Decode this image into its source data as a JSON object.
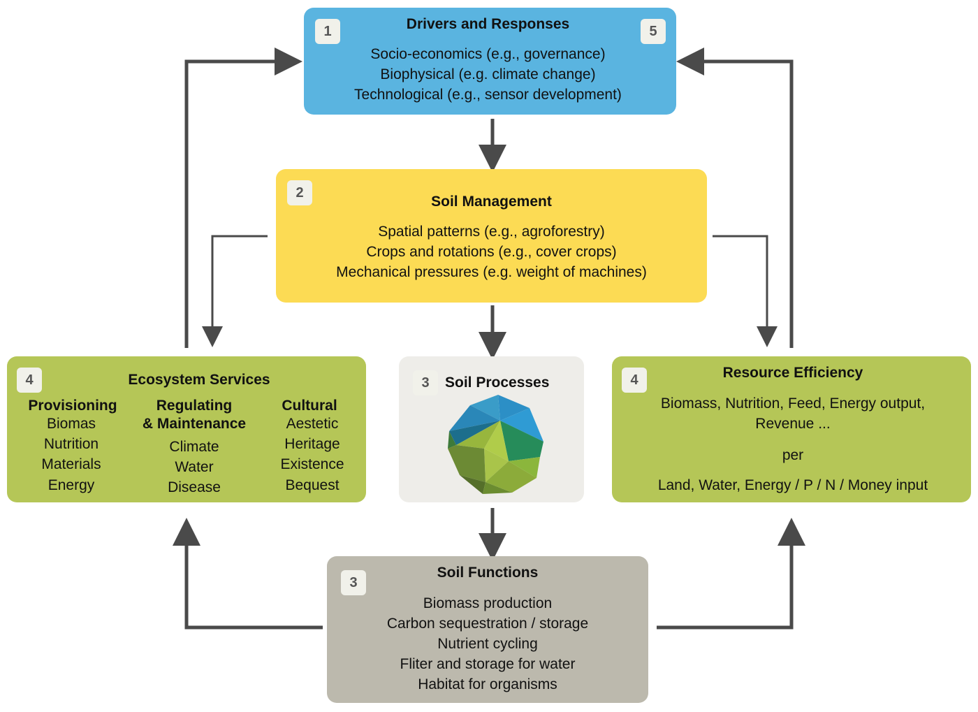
{
  "drivers": {
    "badge_left": "1",
    "badge_right": "5",
    "title": "Drivers and Responses",
    "items": [
      "Socio-economics (e.g., governance)",
      "Biophysical (e.g. climate change)",
      "Technological (e.g., sensor development)"
    ],
    "color": "#5ab4e0"
  },
  "management": {
    "badge": "2",
    "title": "Soil Management",
    "items": [
      "Spatial patterns (e.g., agroforestry)",
      "Crops and rotations (e.g., cover crops)",
      "Mechanical pressures (e.g. weight of machines)"
    ],
    "color": "#fcdb54"
  },
  "ecosystem": {
    "badge": "4",
    "title": "Ecosystem Services",
    "color": "#b5c657",
    "columns": [
      {
        "head": [
          "Provisioning"
        ],
        "items": [
          "Biomas",
          "Nutrition",
          "Materials",
          "Energy"
        ]
      },
      {
        "head": [
          "Regulating",
          "& Maintenance"
        ],
        "items": [
          "Climate",
          "Water",
          "Disease"
        ]
      },
      {
        "head": [
          "Cultural"
        ],
        "items": [
          "Aestetic",
          "Heritage",
          "Existence",
          "Bequest"
        ]
      }
    ]
  },
  "processes": {
    "badge": "3",
    "title": "Soil Processes",
    "color": "#eeede9"
  },
  "resource": {
    "badge": "4",
    "title": "Resource Efficiency",
    "line1": "Biomass, Nutrition, Feed, Energy output,",
    "line2": "Revenue ...",
    "per": "per",
    "line3": "Land, Water, Energy / P / N / Money input",
    "color": "#b5c657"
  },
  "functions": {
    "badge": "3",
    "title": "Soil Functions",
    "items": [
      "Biomass production",
      "Carbon sequestration / storage",
      "Nutrient cycling",
      "Fliter and storage for water",
      "Habitat for organisms"
    ],
    "color": "#bcb9ad"
  },
  "arrow_color": "#4a4a4a"
}
